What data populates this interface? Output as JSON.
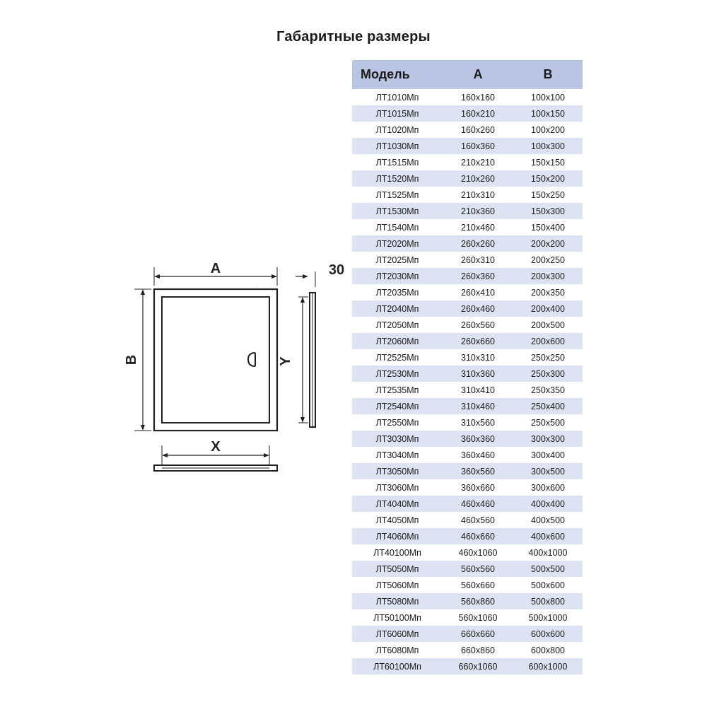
{
  "title": "Габаритные размеры",
  "diagram": {
    "label_a": "A",
    "label_b": "B",
    "label_x": "X",
    "label_y": "Y",
    "label_depth": "30"
  },
  "table": {
    "headers": [
      "Модель",
      "A",
      "B"
    ],
    "rows": [
      [
        "ЛТ1010Мп",
        "160x160",
        "100x100"
      ],
      [
        "ЛТ1015Мп",
        "160x210",
        "100x150"
      ],
      [
        "ЛТ1020Мп",
        "160x260",
        "100x200"
      ],
      [
        "ЛТ1030Мп",
        "160x360",
        "100x300"
      ],
      [
        "ЛТ1515Мп",
        "210x210",
        "150x150"
      ],
      [
        "ЛТ1520Мп",
        "210x260",
        "150x200"
      ],
      [
        "ЛТ1525Мп",
        "210x310",
        "150x250"
      ],
      [
        "ЛТ1530Мп",
        "210x360",
        "150x300"
      ],
      [
        "ЛТ1540Мп",
        "210x460",
        "150x400"
      ],
      [
        "ЛТ2020Мп",
        "260x260",
        "200x200"
      ],
      [
        "ЛТ2025Мп",
        "260x310",
        "200x250"
      ],
      [
        "ЛТ2030Мп",
        "260x360",
        "200x300"
      ],
      [
        "ЛТ2035Мп",
        "260x410",
        "200x350"
      ],
      [
        "ЛТ2040Мп",
        "260x460",
        "200x400"
      ],
      [
        "ЛТ2050Мп",
        "260x560",
        "200x500"
      ],
      [
        "ЛТ2060Мп",
        "260x660",
        "200x600"
      ],
      [
        "ЛТ2525Мп",
        "310x310",
        "250x250"
      ],
      [
        "ЛТ2530Мп",
        "310x360",
        "250x300"
      ],
      [
        "ЛТ2535Мп",
        "310x410",
        "250x350"
      ],
      [
        "ЛТ2540Мп",
        "310x460",
        "250x400"
      ],
      [
        "ЛТ2550Мп",
        "310x560",
        "250x500"
      ],
      [
        "ЛТ3030Мп",
        "360x360",
        "300x300"
      ],
      [
        "ЛТ3040Мп",
        "360x460",
        "300x400"
      ],
      [
        "ЛТ3050Мп",
        "360x560",
        "300x500"
      ],
      [
        "ЛТ3060Мп",
        "360x660",
        "300x600"
      ],
      [
        "ЛТ4040Мп",
        "460x460",
        "400x400"
      ],
      [
        "ЛТ4050Мп",
        "460x560",
        "400x500"
      ],
      [
        "ЛТ4060Мп",
        "460x660",
        "400x600"
      ],
      [
        "ЛТ40100Мп",
        "460x1060",
        "400x1000"
      ],
      [
        "ЛТ5050Мп",
        "560x560",
        "500x500"
      ],
      [
        "ЛТ5060Мп",
        "560x660",
        "500x600"
      ],
      [
        "ЛТ5080Мп",
        "560x860",
        "500x800"
      ],
      [
        "ЛТ50100Мп",
        "560x1060",
        "500x1000"
      ],
      [
        "ЛТ6060Мп",
        "660x660",
        "600x600"
      ],
      [
        "ЛТ6080Мп",
        "660x860",
        "600x800"
      ],
      [
        "ЛТ60100Мп",
        "660x1060",
        "600x1000"
      ]
    ]
  },
  "colors": {
    "header_bg": "#b9c5e2",
    "stripe_bg": "#dde3f2"
  }
}
